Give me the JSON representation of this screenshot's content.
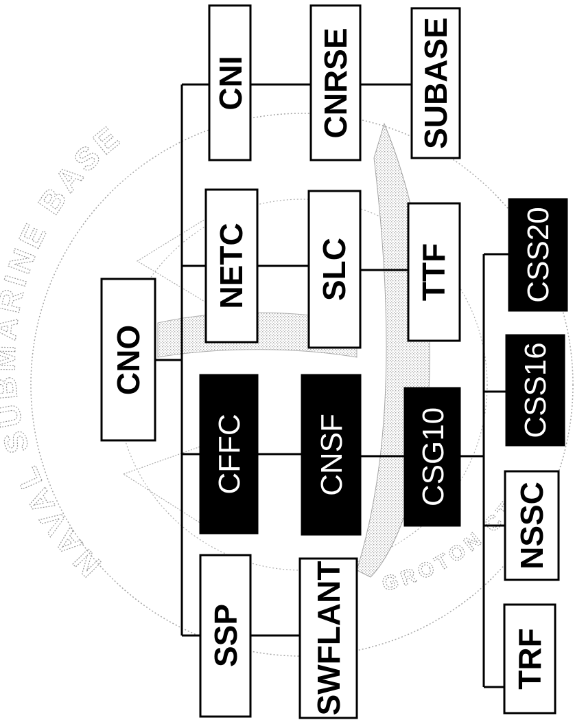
{
  "watermark": {
    "text_top": "NAVAL SUBMARINE BASE",
    "text_bottom": "GROTON CT"
  },
  "nodes": {
    "cno": {
      "label": "CNO",
      "style": "light"
    },
    "cni": {
      "label": "CNI",
      "style": "light"
    },
    "cnrse": {
      "label": "CNRSE",
      "style": "light"
    },
    "subase": {
      "label": "SUBASE",
      "style": "light"
    },
    "netc": {
      "label": "NETC",
      "style": "light"
    },
    "slc": {
      "label": "SLC",
      "style": "light"
    },
    "ttf": {
      "label": "TTF",
      "style": "light"
    },
    "cffc": {
      "label": "CFFC",
      "style": "dark"
    },
    "cnsf": {
      "label": "CNSF",
      "style": "dark"
    },
    "csg10": {
      "label": "CSG10",
      "style": "dark"
    },
    "css16": {
      "label": "CSS16",
      "style": "dark"
    },
    "css20": {
      "label": "CSS20",
      "style": "dark"
    },
    "ssp": {
      "label": "SSP",
      "style": "light"
    },
    "swflant": {
      "label": "SWFLANT",
      "style": "light"
    },
    "nssc": {
      "label": "NSSC",
      "style": "light"
    },
    "trf": {
      "label": "TRF",
      "style": "light"
    }
  },
  "colors": {
    "ink": "#000000",
    "paper": "#ffffff",
    "watermark": "#8a8a8a"
  }
}
